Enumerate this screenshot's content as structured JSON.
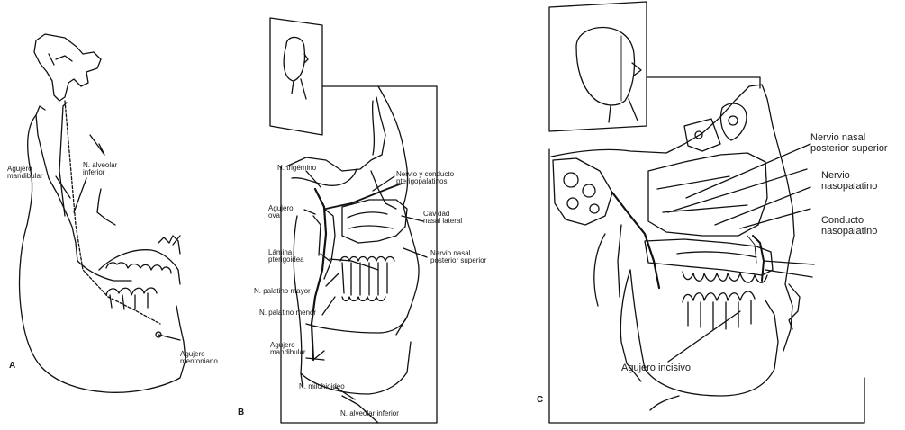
{
  "panels": [
    {
      "letter": "A",
      "labels": {
        "agujero_mandibular": "Agujero\nmandibular",
        "n_alveolar_inferior": "N. alveolar\ninferior",
        "agujero_mentoniano": "Agujero\nmentoniano"
      }
    },
    {
      "letter": "B",
      "labels": {
        "n_trigemino": "N. trigémino",
        "agujero_oval": "Agujero\noval",
        "lamina_pterigoidea": "Lámina\npterigoidea",
        "n_palatino_mayor": "N. palatino mayor",
        "n_palatino_menor": "N. palatino menor",
        "agujero_mandibular": "Agujero\nmandibular",
        "n_milohioideo": "N. milohioideo",
        "n_alveolar_inferior": "N. alveolar inferior",
        "nervio_conducto_pterigopalatinos": "Nervio y conducto\npterigopalatinos",
        "cavidad_nasal_lateral": "Cavidad\nnasal lateral",
        "nervio_nasal_posterior_superior": "Nervio nasal\nposterior superior"
      }
    },
    {
      "letter": "C",
      "labels": {
        "nervio_nasal_posterior_superior": "Nervio nasal\nposterior superior",
        "nervio_nasopalatino": "Nervio\nnasopalatino",
        "conducto_nasopalatino": "Conducto\nnasopalatino",
        "agujero_incisivo": "Agujero incisivo"
      }
    }
  ]
}
